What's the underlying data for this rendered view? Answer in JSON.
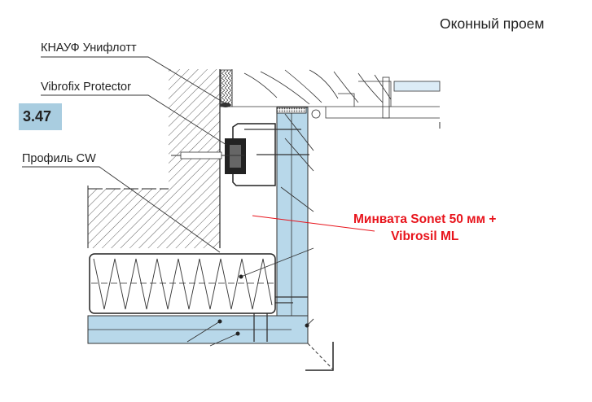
{
  "title": "Оконный проем",
  "badge": "3.47",
  "labels": {
    "knauf": "КНАУФ Унифлотт",
    "vibrofix": "Vibrofix  Protector",
    "profile": "Профиль CW"
  },
  "annotation": {
    "line1": "Минвата Sonet 50 мм +",
    "line2": "Vibrosil ML"
  },
  "colors": {
    "board": "#b8d8ea",
    "annotation": "#e8141c",
    "badge": "#a9cde0"
  }
}
